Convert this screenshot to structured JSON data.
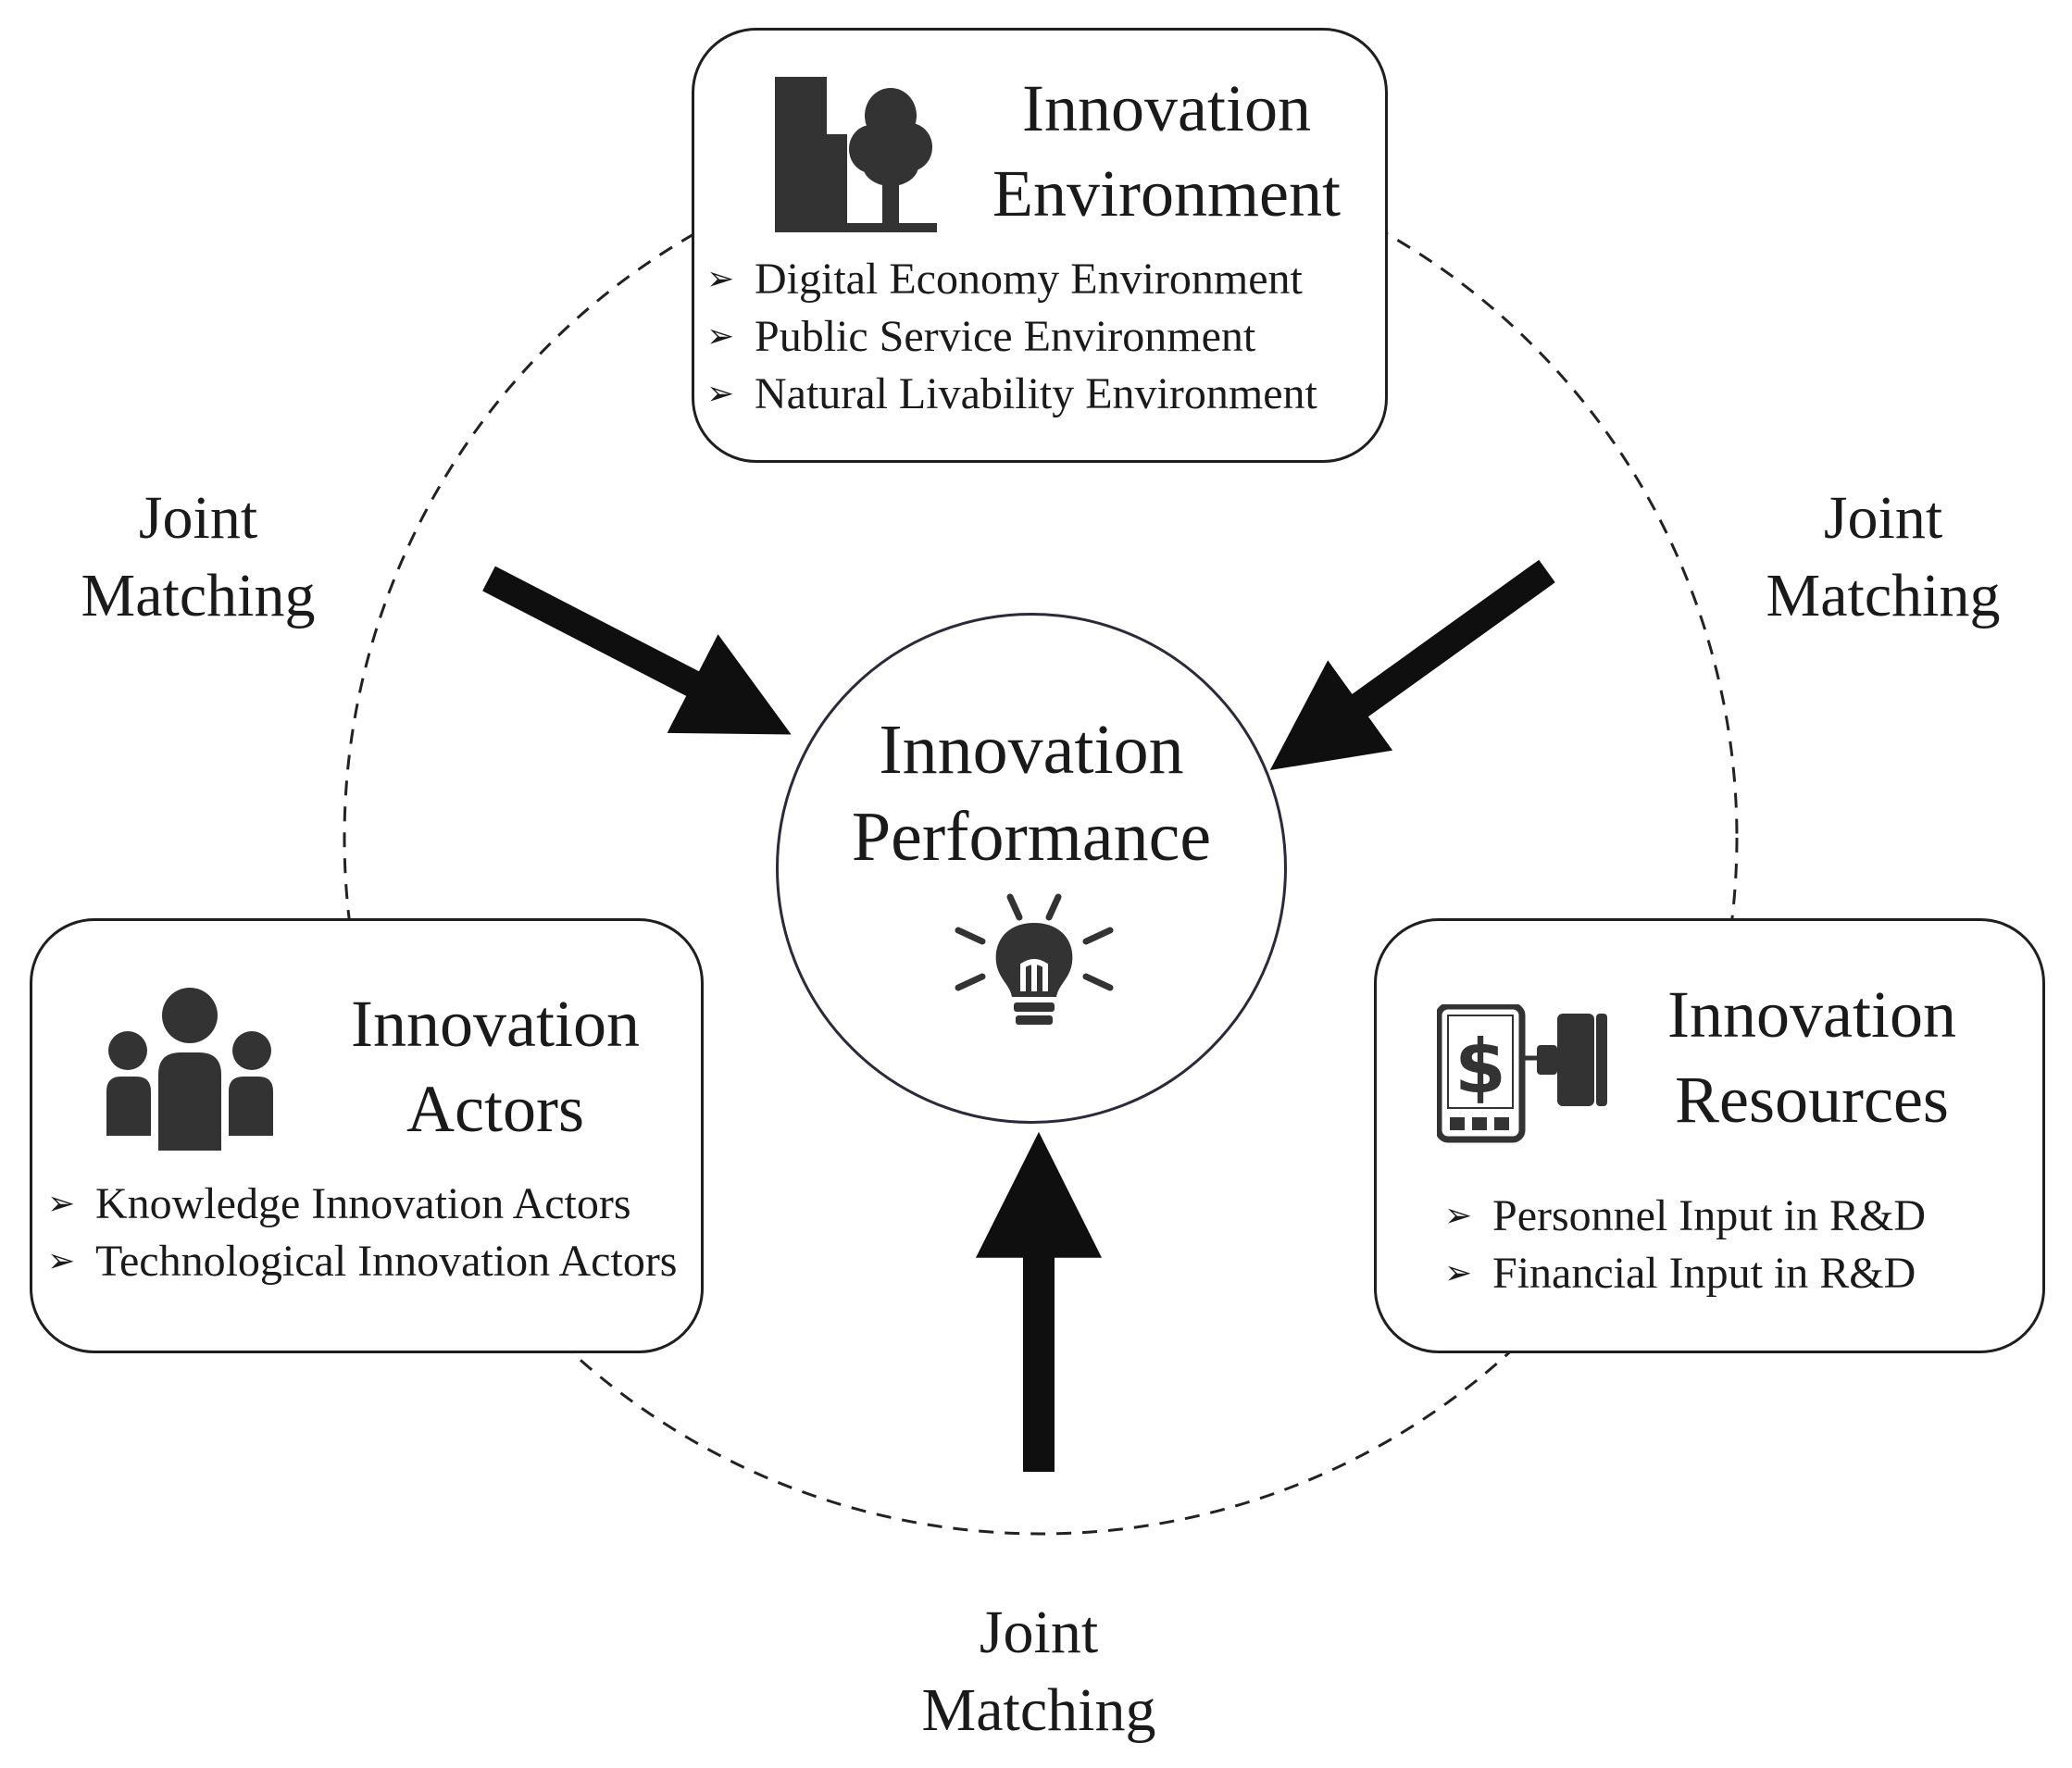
{
  "center": {
    "title_line1": "Innovation",
    "title_line2": "Performance",
    "icon": "lightbulb-icon"
  },
  "environment": {
    "title_line1": "Innovation",
    "title_line2": "Environment",
    "icon": "city-tree-icon",
    "items": [
      "Digital Economy Environment",
      "Public Service Environment",
      "Natural Livability Environment"
    ]
  },
  "actors": {
    "title_line1": "Innovation",
    "title_line2": "Actors",
    "icon": "people-group-icon",
    "items": [
      "Knowledge Innovation Actors",
      "Technological Innovation Actors"
    ]
  },
  "resources": {
    "title_line1": "Innovation",
    "title_line2": "Resources",
    "icon": "mobile-payment-icon",
    "items": [
      "Personnel Input in R&D",
      "Financial Input in R&D"
    ]
  },
  "joint_matching": {
    "left": [
      "Joint",
      "Matching"
    ],
    "right": [
      "Joint",
      "Matching"
    ],
    "bottom": [
      "Joint",
      "Matching"
    ]
  }
}
